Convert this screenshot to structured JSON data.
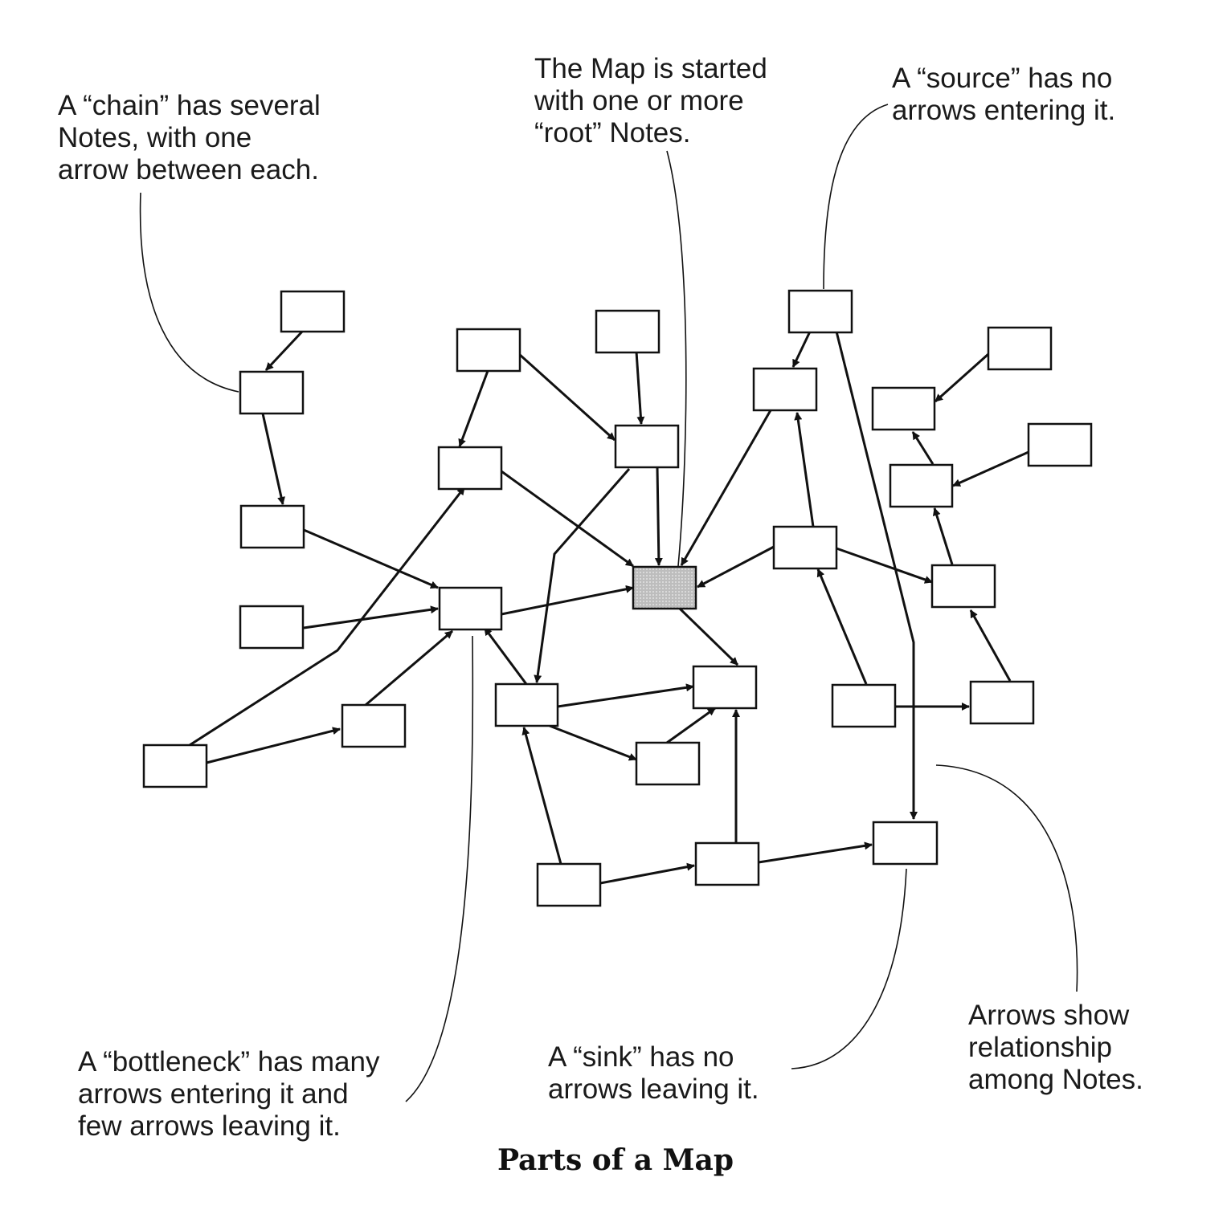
{
  "diagram": {
    "caption": "Parts of a Map",
    "annotations": {
      "chain": "A “chain” has several\nNotes, with one\narrow between each.",
      "root": "The Map is started\nwith one or more\n“root” Notes.",
      "source": "A “source” has no\narrows entering it.",
      "bottleneck": "A “bottleneck” has many\narrows entering it and\nfew arrows leaving it.",
      "sink": "A “sink” has no\narrows leaving it.",
      "relationship": "Arrows show\nrelationship\namong Notes."
    }
  }
}
